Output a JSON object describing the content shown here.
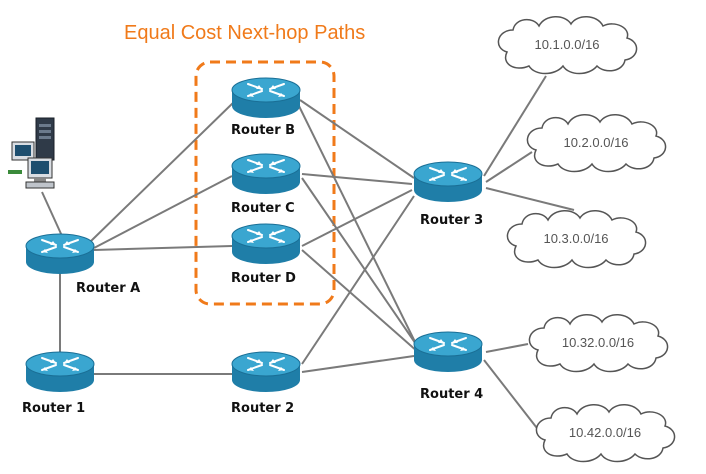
{
  "title": "Equal Cost Next-hop Paths",
  "colors": {
    "title": "#f07a1a",
    "group_border": "#f07a1a",
    "router_body": "#1f7ea8",
    "router_top": "#3aa6d0",
    "link": "#7a7a7a"
  },
  "routers": {
    "router_a": "Router A",
    "router_b": "Router B",
    "router_c": "Router C",
    "router_d": "Router D",
    "router_1": "Router 1",
    "router_2": "Router 2",
    "router_3": "Router 3",
    "router_4": "Router 4"
  },
  "networks": {
    "net_1": "10.1.0.0/16",
    "net_2": "10.2.0.0/16",
    "net_3": "10.3.0.0/16",
    "net_32": "10.32.0.0/16",
    "net_42": "10.42.0.0/16"
  },
  "icons": {
    "workstation": "workstation-server-icon",
    "router": "router-icon",
    "cloud": "network-cloud-icon"
  }
}
